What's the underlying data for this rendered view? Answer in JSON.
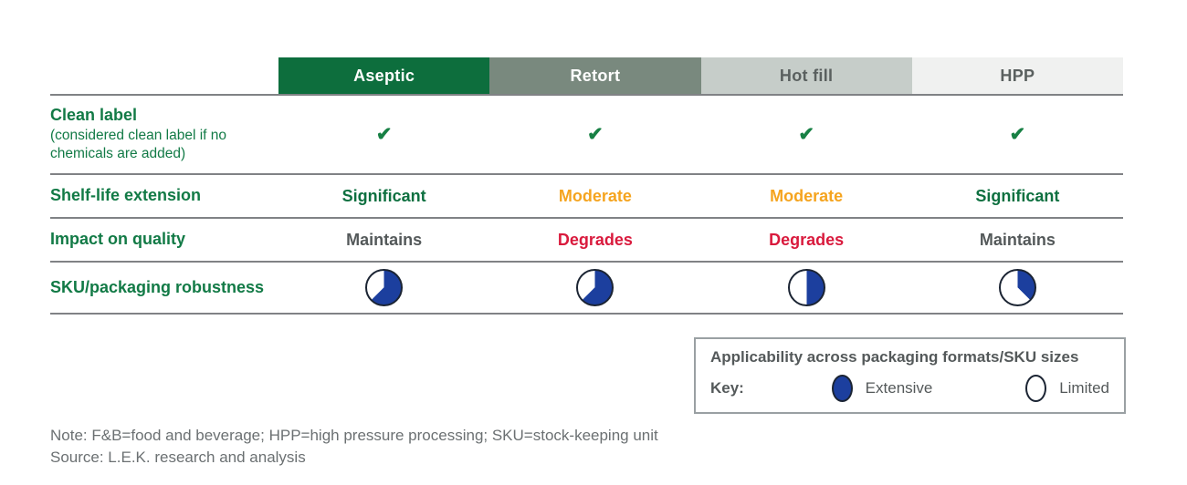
{
  "colors": {
    "green_header": "#0d6e3d",
    "green_text": "#127a46",
    "check_green": "#178044",
    "orange": "#f5a41f",
    "red": "#d91a3d",
    "dark_gray": "#54595a",
    "note_gray": "#6b7072",
    "rule_gray": "#808285",
    "pie_fill": "#1c3f9e",
    "pie_empty": "#ffffff"
  },
  "table": {
    "columns": [
      {
        "label": "Aseptic",
        "bg": "#0d6e3d",
        "text_color": "#ffffff"
      },
      {
        "label": "Retort",
        "bg": "#79897e",
        "text_color": "#ffffff"
      },
      {
        "label": "Hot fill",
        "bg": "#c6cdc9",
        "text_color": "#5a605f"
      },
      {
        "label": "HPP",
        "bg": "#f0f1f0",
        "text_color": "#5a605f"
      }
    ],
    "rows": [
      {
        "label": "Clean label",
        "sublabel": "(considered clean label if no chemicals are added)",
        "values": [
          "✔",
          "✔",
          "✔",
          "✔"
        ]
      },
      {
        "label": "Shelf-life extension",
        "values": [
          {
            "text": "Significant",
            "color": "#0e7040"
          },
          {
            "text": "Moderate",
            "color": "#f5a41f"
          },
          {
            "text": "Moderate",
            "color": "#f5a41f"
          },
          {
            "text": "Significant",
            "color": "#0e7040"
          }
        ]
      },
      {
        "label": "Impact on quality",
        "values": [
          {
            "text": "Maintains",
            "color": "#54595a"
          },
          {
            "text": "Degrades",
            "color": "#d91a3d"
          },
          {
            "text": "Degrades",
            "color": "#d91a3d"
          },
          {
            "text": "Maintains",
            "color": "#54595a"
          }
        ]
      },
      {
        "label": "SKU/packaging robustness",
        "values": [
          62.5,
          62.5,
          50,
          37.5
        ]
      }
    ]
  },
  "key_box": {
    "title": "Applicability across packaging formats/SKU sizes",
    "key_label": "Key:",
    "items": [
      {
        "label": "Extensive",
        "type": "filled"
      },
      {
        "label": "Limited",
        "type": "empty"
      }
    ]
  },
  "footnotes": {
    "note": "Note: F&B=food and beverage; HPP=high pressure processing; SKU=stock-keeping unit",
    "source": "Source: L.E.K. research and analysis"
  },
  "chart_data": {
    "type": "table",
    "title": "Applicability across packaging formats/SKU sizes",
    "columns": [
      "Aseptic",
      "Retort",
      "Hot fill",
      "HPP"
    ],
    "rows": [
      {
        "label": "Clean label (considered clean label if no chemicals are added)",
        "values": [
          "yes",
          "yes",
          "yes",
          "yes"
        ]
      },
      {
        "label": "Shelf-life extension",
        "values": [
          "Significant",
          "Moderate",
          "Moderate",
          "Significant"
        ]
      },
      {
        "label": "Impact on quality",
        "values": [
          "Maintains",
          "Degrades",
          "Degrades",
          "Maintains"
        ]
      },
      {
        "label": "SKU/packaging robustness (fraction extensive, %)",
        "values": [
          62.5,
          62.5,
          50,
          37.5
        ]
      }
    ],
    "legend": {
      "filled_circle": "Extensive",
      "empty_circle": "Limited",
      "position": "bottom-right"
    },
    "footnote": "Note: F&B=food and beverage; HPP=high pressure processing; SKU=stock-keeping unit",
    "source": "Source: L.E.K. research and analysis"
  }
}
